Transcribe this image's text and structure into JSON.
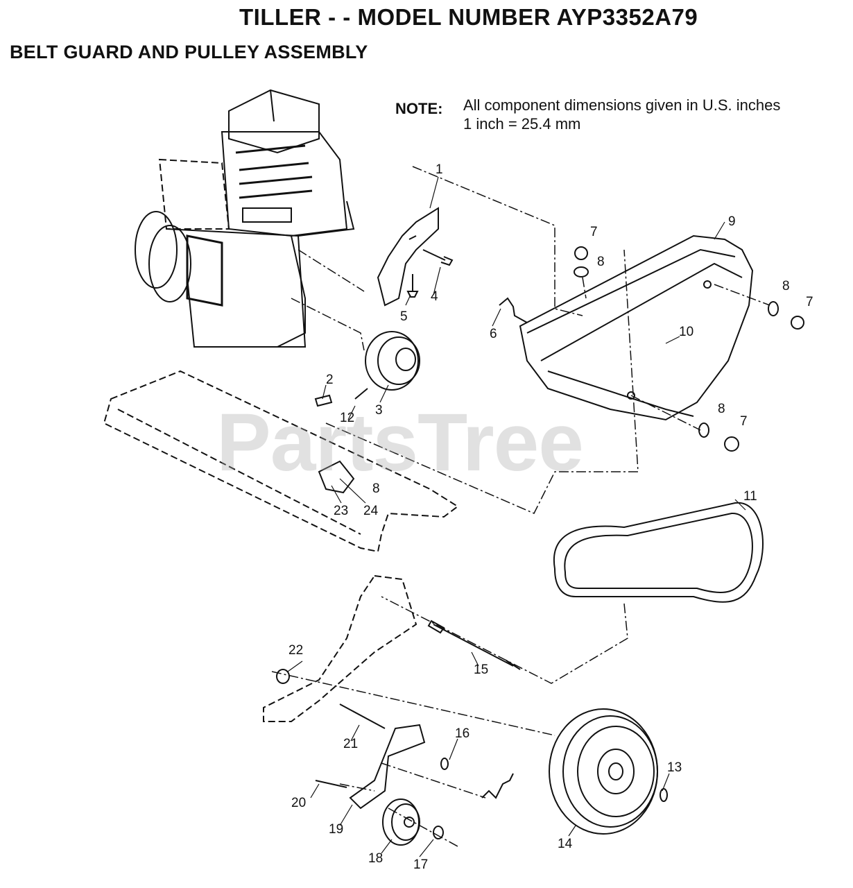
{
  "header": {
    "title": "TILLER - - MODEL NUMBER AYP3352A79",
    "subtitle": "BELT GUARD AND PULLEY ASSEMBLY"
  },
  "note": {
    "label": "NOTE:",
    "line1": "All component dimensions given in U.S. inches",
    "line2": "1 inch = 25.4 mm"
  },
  "watermark": "PartsTree",
  "callouts": {
    "c1": "1",
    "c2": "2",
    "c3": "3",
    "c4": "4",
    "c5": "5",
    "c6": "6",
    "c7a": "7",
    "c7b": "7",
    "c7c": "7",
    "c8a": "8",
    "c8b": "8",
    "c8c": "8",
    "c8d": "8",
    "c9": "9",
    "c10": "10",
    "c11": "11",
    "c12": "12",
    "c13": "13",
    "c14": "14",
    "c15": "15",
    "c16": "16",
    "c17": "17",
    "c18": "18",
    "c19": "19",
    "c20": "20",
    "c21": "21",
    "c22": "22",
    "c23": "23",
    "c24": "24"
  }
}
